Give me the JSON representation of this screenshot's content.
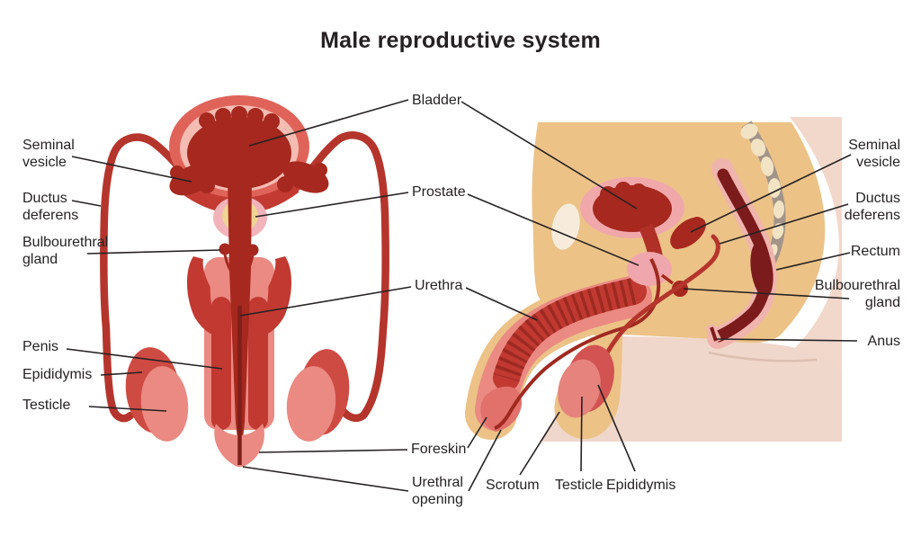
{
  "title": "Male reproductive system",
  "labels": {
    "left": {
      "seminal_vesicle": "Seminal\nvesicle",
      "ductus_deferens": "Ductus\ndeferens",
      "bulbourethral_gland": "Bulbourethral\ngland",
      "penis": "Penis",
      "epididymis": "Epididymis",
      "testicle": "Testicle"
    },
    "center": {
      "bladder": "Bladder",
      "prostate": "Prostate",
      "urethra": "Urethra",
      "foreskin": "Foreskin",
      "urethral_opening": "Urethral\nopening"
    },
    "bottom": {
      "scrotum": "Scrotum",
      "testicle": "Testicle",
      "epididymis": "Epididymis"
    },
    "right": {
      "seminal_vesicle": "Seminal\nvesicle",
      "ductus_deferens": "Ductus\ndeferens",
      "rectum": "Rectum",
      "bulbourethral_gland": "Bulbourethral\ngland",
      "anus": "Anus"
    }
  },
  "colors": {
    "background": "#ffffff",
    "text": "#262223",
    "leader_line": "#262223",
    "skin_tan": "#ecc287",
    "skin_pink": "#f2d8cb",
    "leg_pink": "#f0d7cb",
    "highlight_cream": "#f7ecdb",
    "organ_dark_red": "#a6281e",
    "organ_red": "#c13931",
    "organ_medium_red": "#c33a32",
    "organ_salmon": "#ea8a82",
    "organ_deep_salmon": "#e2716b",
    "outer_ring_red": "#e0635a",
    "ring_pink": "#f4bcb2",
    "prostate_pink": "#f2b3ba",
    "prostate_tan": "#f0d494",
    "duct_red": "#b5352c",
    "rib_dark": "#9c2a22",
    "rectum_maroon": "#7c1b1c",
    "rectum_pink": "#f0b4ae",
    "bone_cream": "#f2e3c4",
    "bone_gray": "#a29488",
    "testicle_dark": "#ce4b43",
    "epididymis_side": "#d25352",
    "urethra_line": "#a02920"
  }
}
